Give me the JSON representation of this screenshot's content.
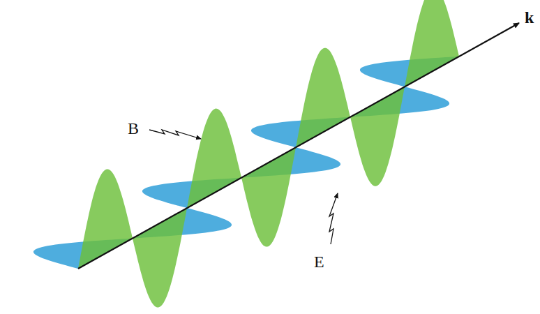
{
  "diagram": {
    "labels": [
      "B",
      "E",
      "k"
    ]
  }
}
